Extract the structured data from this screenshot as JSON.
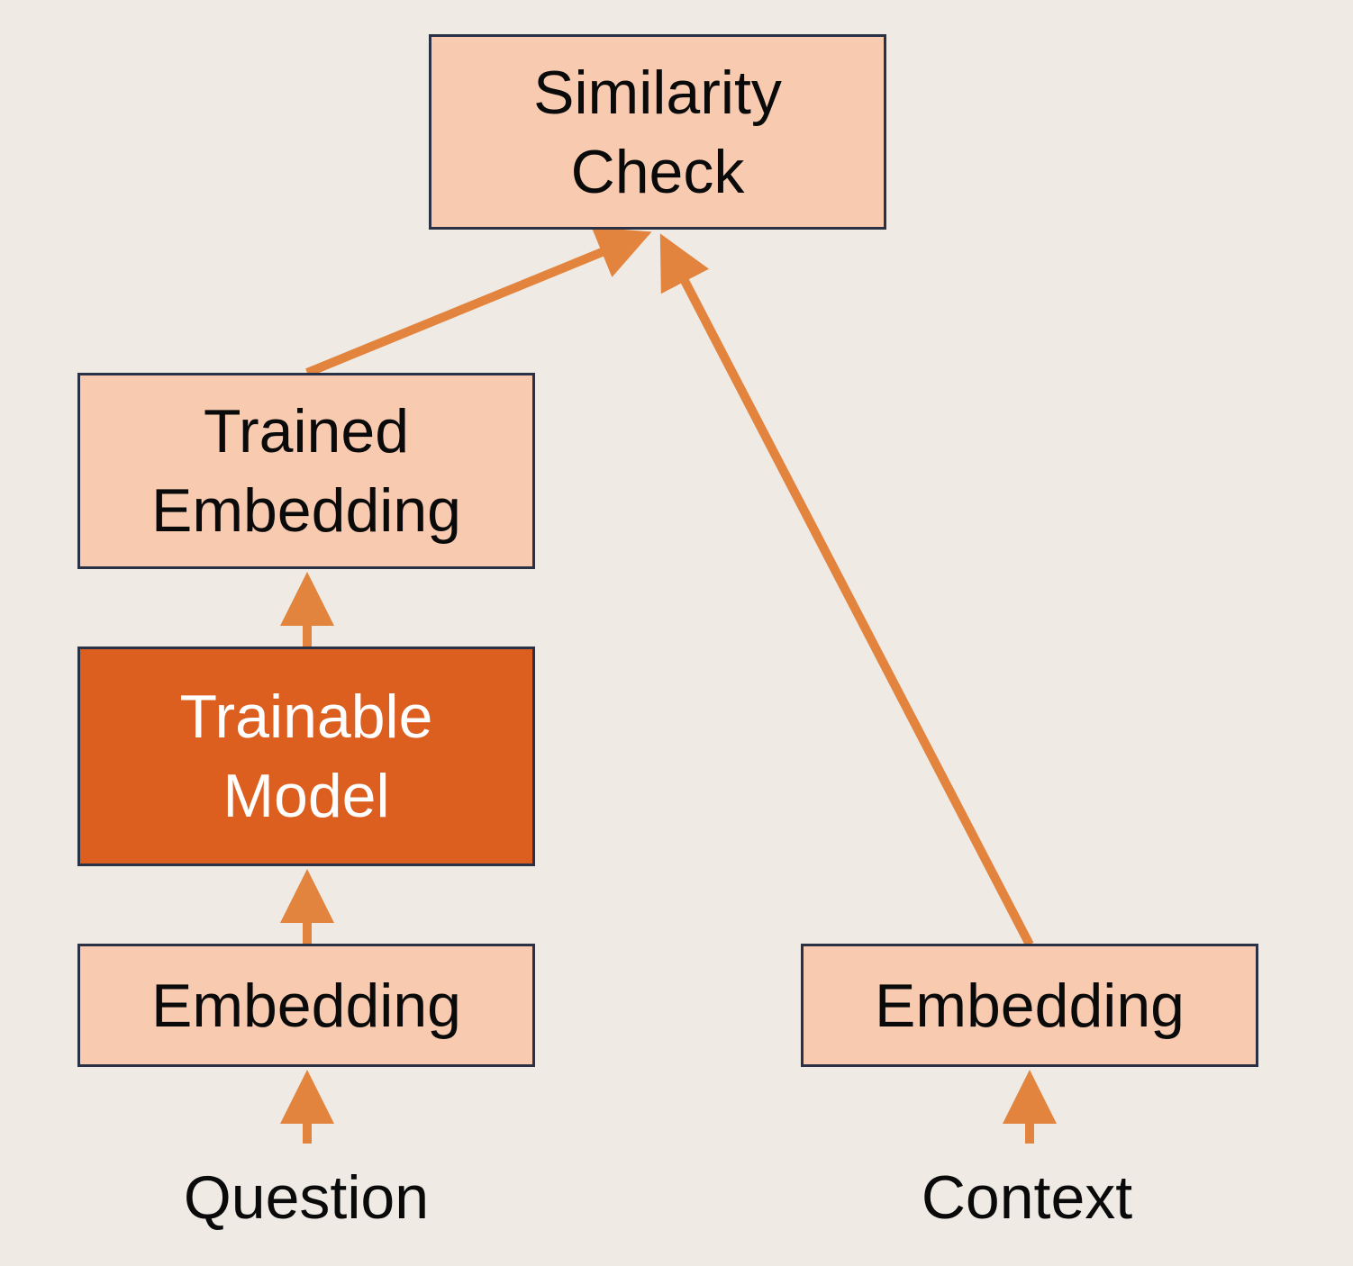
{
  "colors": {
    "background": "#efebe4",
    "node_fill": "#f8cbb1",
    "node_accent_fill": "#dd5f20",
    "node_border": "#2a3144",
    "arrow": "#e3843e"
  },
  "nodes": {
    "similarity_check": {
      "line1": "Similarity",
      "line2": "Check"
    },
    "trained_embedding": {
      "line1": "Trained",
      "line2": "Embedding"
    },
    "trainable_model": {
      "line1": "Trainable",
      "line2": "Model"
    },
    "question_embedding": {
      "label": "Embedding"
    },
    "context_embedding": {
      "label": "Embedding"
    }
  },
  "inputs": {
    "question": "Question",
    "context": "Context"
  }
}
